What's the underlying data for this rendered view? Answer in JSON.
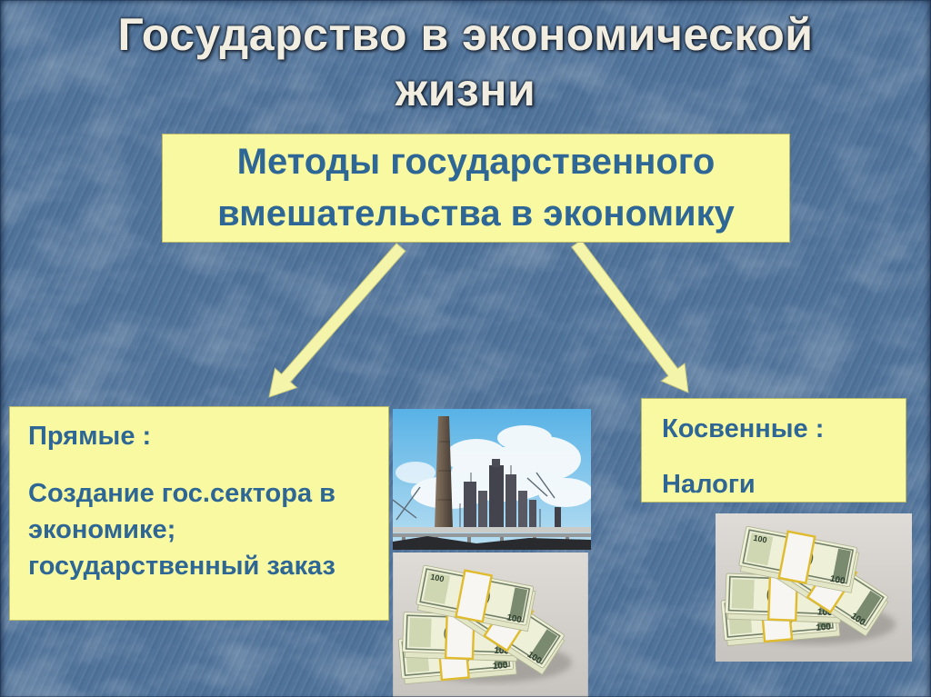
{
  "slide": {
    "title": "Государство в экономической жизни"
  },
  "methods_box": {
    "text": "Методы государственного вмешательства в экономику"
  },
  "direct_box": {
    "heading": "Прямые :",
    "body": "Создание гос.сектора в экономике; государственный заказ"
  },
  "indirect_box": {
    "heading": "Косвенные :",
    "body": "Налоги"
  },
  "money": {
    "denomination": "100"
  },
  "colors": {
    "background_blue": "#50739a",
    "panel_yellow": "#f9f9a1",
    "panel_text_blue": "#2e6795",
    "title_cream": "#f1eee1",
    "arrow_yellow": "#f4f4aa"
  }
}
